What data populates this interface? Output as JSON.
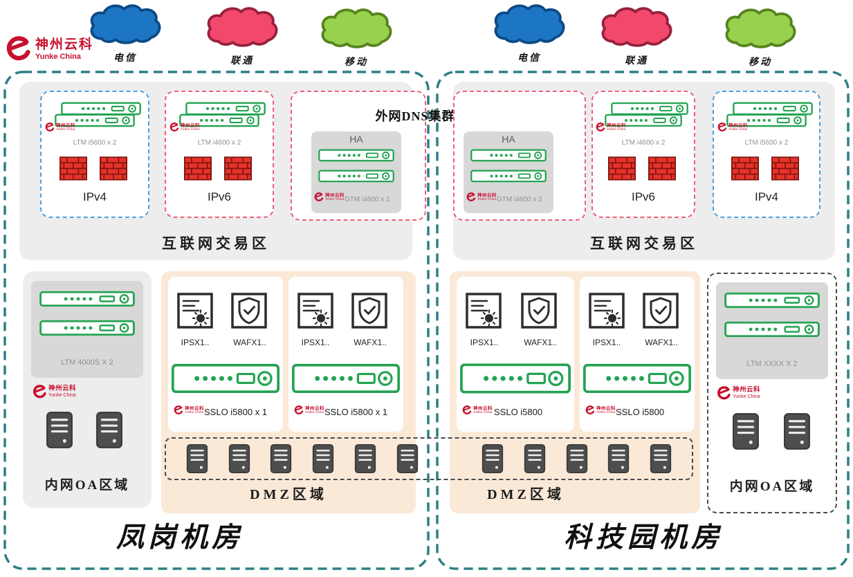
{
  "logo": {
    "name": "神州云科",
    "sub": "Yunke China"
  },
  "palette": {
    "brand_red": "#c8102e",
    "dc_border_teal": "#2d7f86",
    "ipv4_border_blue": "#4a9fdf",
    "ipv6_border_red": "#ef5d79",
    "appliance_green": "#23a352",
    "firewall_red": "#e63329",
    "dmz_bg_peach": "#fbe9d8",
    "zone_gray": "#ededed"
  },
  "icons": {
    "cloud-icon": "puffy outlined cloud",
    "appliance-icon": "green rack appliance with dots and port",
    "firewall-icon": "red brick wall",
    "server-icon": "dark tower server with slots",
    "ips-icon": "policy list with gear",
    "waf-icon": "shield with checkmark",
    "logo-swirl-icon": "red swirl ring"
  },
  "clouds": [
    {
      "label": "电信",
      "fill": "#1d76c4",
      "stroke": "#0d4a85"
    },
    {
      "label": "联通",
      "fill": "#f2486c",
      "stroke": "#97203c"
    },
    {
      "label": "移动",
      "fill": "#97d14e",
      "stroke": "#55841d"
    },
    {
      "label": "电信",
      "fill": "#1d76c4",
      "stroke": "#0d4a85"
    },
    {
      "label": "联通",
      "fill": "#f2486c",
      "stroke": "#97203c"
    },
    {
      "label": "移动",
      "fill": "#97d14e",
      "stroke": "#55841d"
    }
  ],
  "dns_cluster_title": "外网DNS集群",
  "dmz_server_row": {
    "server_count": 11
  },
  "left_dc": {
    "name": "凤岗机房",
    "internet_zone_label": "互联网交易区",
    "ipv4_label": "IPv4",
    "ipv4_device": "LTM i5600 x 2",
    "ipv6_label": "IPv6",
    "ipv6_device": "LTM i4600 x 2",
    "ha_label": "HA",
    "gtm_device": "GTM i4600 x 2",
    "oa_label": "内网OA区域",
    "oa_device": "LTM 4000S X 2",
    "dmz_label": "DMZ区域",
    "dmz_cards": [
      {
        "ips": "IPSX1..",
        "waf": "WAFX1..",
        "sslo": "SSLO i5800 x 1"
      },
      {
        "ips": "IPSX1..",
        "waf": "WAFX1..",
        "sslo": "SSLO i5800 x 1"
      }
    ]
  },
  "right_dc": {
    "name": "科技园机房",
    "internet_zone_label": "互联网交易区",
    "ipv4_label": "IPv4",
    "ipv4_device": "LTM i5600 x 2",
    "ipv6_label": "IPv6",
    "ipv6_device": "LTM i4600 x 2",
    "ha_label": "HA",
    "gtm_device": "GTM i4600 x 2",
    "oa_label": "内网OA区域",
    "oa_device": "LTM XXXX X 2",
    "dmz_label": "DMZ区域",
    "dmz_cards": [
      {
        "ips": "IPSX1..",
        "waf": "WAFX1..",
        "sslo": "SSLO i5800"
      },
      {
        "ips": "IPSX1..",
        "waf": "WAFX1..",
        "sslo": "SSLO i5800"
      }
    ]
  }
}
